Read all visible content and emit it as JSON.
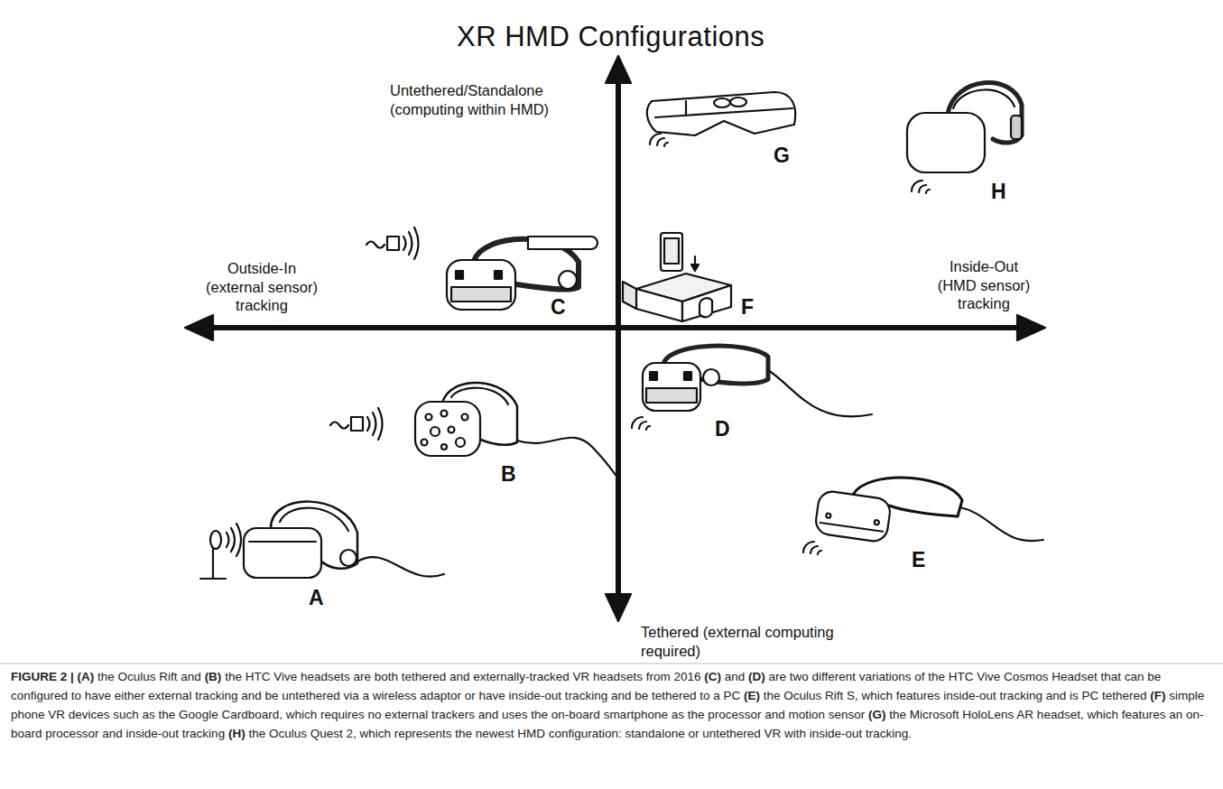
{
  "diagram": {
    "title": "XR HMD Configurations",
    "caption": "FIGURE 2 | (A) the Oculus Rift and (B) the HTC Vive headsets are both tethered and externally-tracked VR headsets from 2016 (C) and (D) are two different variations of the HTC Vive Cosmos Headset that can be configured to have either external tracking and be untethered via a wireless adaptor or have inside-out tracking and be tethered to a PC (E) the Oculus Rift S, which features inside-out tracking and is PC tethered (F) simple phone VR devices such as the Google Cardboard, which requires no external trackers and uses the on-board smartphone as the processor and motion sensor (G) the Microsoft HoloLens AR headset, which features an on-board processor and inside-out tracking (H) the Oculus Quest 2, which represents the newest HMD configuration: standalone or untethered VR with inside-out tracking.",
    "labels": [
      "Untethered/Standalone (computing within HMD)",
      "G",
      "H",
      "Outside-In (external sensor) tracking",
      "C",
      "F",
      "Inside-Out (HMD sensor) tracking",
      "D",
      "B",
      "E",
      "A",
      "Tethered (external computing required)"
    ]
  }
}
